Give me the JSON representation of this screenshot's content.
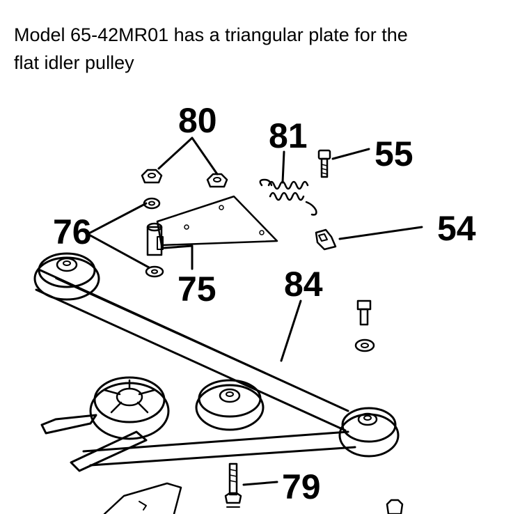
{
  "caption": {
    "line1": "Model 65-42MR01 has a triangular plate for the",
    "line2": "flat idler pulley"
  },
  "callouts": {
    "c80": "80",
    "c81": "81",
    "c55": "55",
    "c54": "54",
    "c76": "76",
    "c75": "75",
    "c84": "84",
    "c79": "79"
  }
}
